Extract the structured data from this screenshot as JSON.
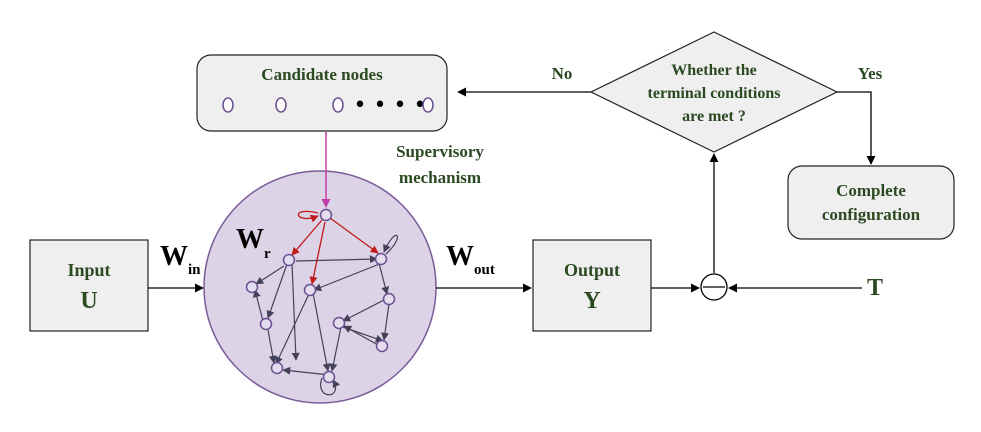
{
  "candidate": {
    "title": "Candidate nodes",
    "dots": "• • • •"
  },
  "supervisory": {
    "line1": "Supervisory",
    "line2": "mechanism"
  },
  "decision": {
    "line1": "Whether the",
    "line2": "terminal conditions",
    "line3": "are met ?"
  },
  "branches": {
    "no": "No",
    "yes": "Yes"
  },
  "complete": {
    "line1": "Complete",
    "line2": "configuration"
  },
  "input": {
    "label": "Input",
    "symbol": "U"
  },
  "output": {
    "label": "Output",
    "symbol": "Y"
  },
  "weights": {
    "in_main": "W",
    "in_sub": "in",
    "out_main": "W",
    "out_sub": "out",
    "r_main": "W",
    "r_sub": "r"
  },
  "target": "T",
  "colors": {
    "label_green": "#2b4a22",
    "block_fill": "#efefef",
    "reservoir_fill": "#ddd3e6",
    "node_stroke": "#6a4f8e",
    "highlight_red": "#c11a1a",
    "supervisory_magenta": "#c33ca8"
  }
}
